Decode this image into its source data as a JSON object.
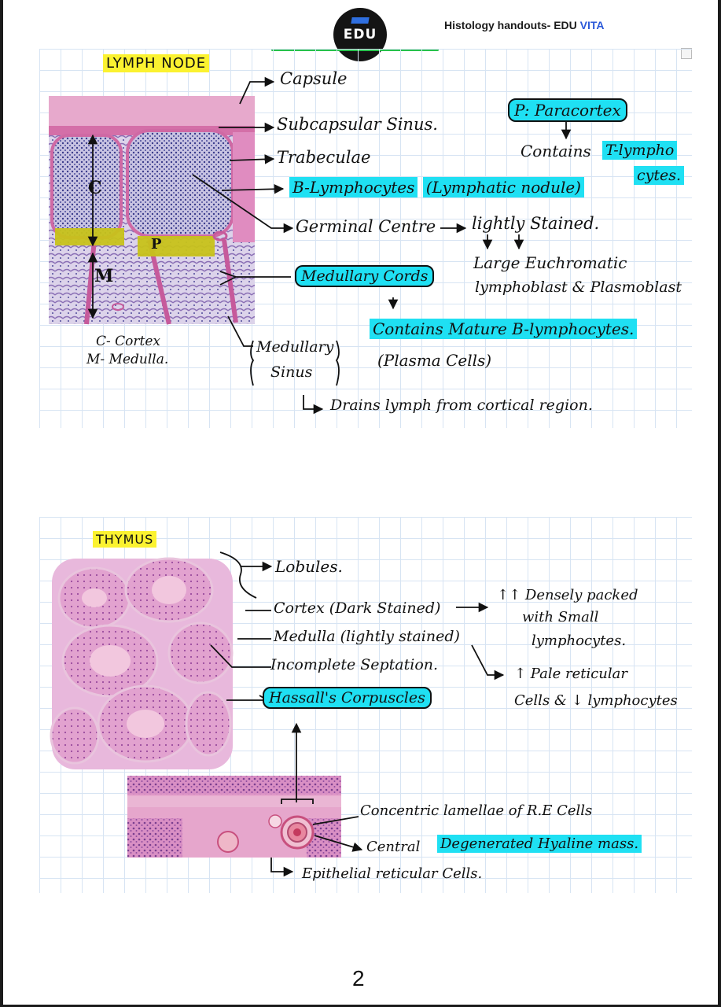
{
  "header": {
    "title_main": "Histology handouts- EDU ",
    "title_brand": "VITA",
    "logo_text": "EDU"
  },
  "lymph_node": {
    "title": "LYMPH NODE",
    "marker_c": "C",
    "marker_m": "M",
    "marker_p": "P",
    "legend_c": "C- Cortex",
    "legend_m": "M- Medulla.",
    "labels": {
      "capsule": "Capsule",
      "subcapsular": "Subcapsular Sinus.",
      "trabeculae": "Trabeculae",
      "b_lymph": "B-Lymphocytes",
      "b_lymph_note": "(Lymphatic nodule)",
      "germinal": "Germinal Centre",
      "germinal_note": "lightly Stained.",
      "germinal_detail_1": "Large Euchromatic",
      "germinal_detail_2": "lymphoblast & Plasmoblast",
      "medullary_cords": "Medullary Cords",
      "cords_contains": "Contains Mature B-lymphocytes.",
      "plasma": "(Plasma Cells)",
      "medullary_sinus_1": "Medullary",
      "medullary_sinus_2": "Sinus",
      "drains": "Drains lymph from cortical region.",
      "paracortex": "P: Paracortex",
      "contains": "Contains",
      "t_lymph_1": "T-lympho",
      "t_lymph_2": "cytes."
    }
  },
  "thymus": {
    "title": "THYMUS",
    "labels": {
      "lobules": "Lobules.",
      "cortex": "Cortex (Dark Stained)",
      "cortex_note_1": "↑↑ Densely packed",
      "cortex_note_2": "with Small",
      "cortex_note_3": "lymphocytes.",
      "medulla": "Medulla (lightly stained)",
      "medulla_note_1": "↑ Pale reticular",
      "medulla_note_2": "Cells & ↓ lymphocytes",
      "septation": "Incomplete Septation.",
      "hassall": "Hassall's Corpuscles",
      "concentric": "Concentric lamellae of R.E Cells",
      "central": "Central",
      "degenerated": "Degenerated Hyaline mass.",
      "epithelial": "Epithelial reticular Cells."
    }
  },
  "page_number": "2"
}
